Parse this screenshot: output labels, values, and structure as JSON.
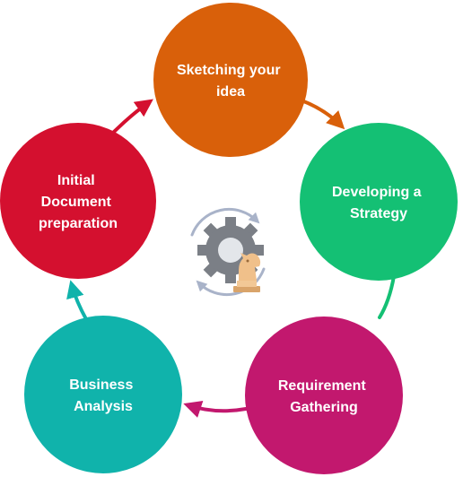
{
  "diagram": {
    "type": "cycle",
    "nodes": [
      {
        "id": "sketch",
        "lines": [
          "Sketching your",
          "idea"
        ],
        "color": "#d9600a"
      },
      {
        "id": "strategy",
        "lines": [
          "Developing a",
          "Strategy"
        ],
        "color": "#14c074"
      },
      {
        "id": "req",
        "lines": [
          "Requirement",
          "Gathering"
        ],
        "color": "#c2186e"
      },
      {
        "id": "business",
        "lines": [
          "Business",
          "Analysis"
        ],
        "color": "#10b3ab"
      },
      {
        "id": "initial",
        "lines": [
          "Initial",
          "Document",
          "preparation"
        ],
        "color": "#d4102f"
      }
    ],
    "center_icon": "gear-chess-knight-icon",
    "arrow_colors": [
      "#d9600a",
      "#14c074",
      "#c2186e",
      "#10b3ab",
      "#d4102f"
    ]
  }
}
